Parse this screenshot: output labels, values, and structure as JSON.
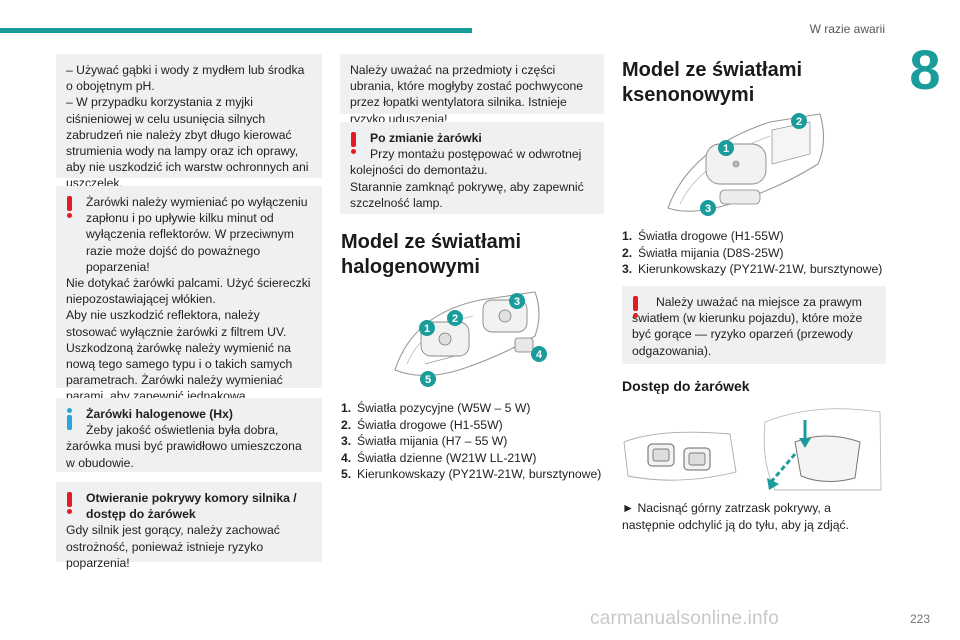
{
  "header": {
    "section": "W razie awarii",
    "chapter": "8",
    "accent": "#1a9d9a"
  },
  "col1": {
    "box1": {
      "line1": "– Używać gąbki i wody z mydłem lub środka o obojętnym pH.",
      "line2": "– W przypadku korzystania z myjki ciśnieniowej w celu usunięcia silnych zabrudzeń nie należy zbyt długo kierować strumienia wody na lampy oraz ich oprawy, aby nie uszkodzić ich warstw ochronnych ani uszczelek."
    },
    "box2": {
      "p1": "Żarówki należy wymieniać po wyłączeniu zapłonu i po upływie kilku minut od wyłączenia reflektorów. W przeciwnym razie może dojść do poważnego poparzenia!",
      "p2": "Nie dotykać żarówki palcami. Użyć ściereczki niepozostawiającej włókien.",
      "p3": "Aby nie uszkodzić reflektora, należy stosować wyłącznie żarówki z filtrem UV.",
      "p4": "Uszkodzoną żarówkę należy wymienić na nową tego samego typu i o takich samych parametrach. Żarówki należy wymieniać parami, aby zapewnić jednakową intensywność światła."
    },
    "box3": {
      "title": "Żarówki halogenowe (Hx)",
      "text": "Żeby jakość oświetlenia była dobra, żarówka musi być prawidłowo umieszczona w obudowie."
    },
    "box4": {
      "title": "Otwieranie pokrywy komory silnika / dostęp do żarówek",
      "text": "Gdy silnik jest gorący, należy zachować ostrożność, ponieważ istnieje ryzyko poparzenia!"
    }
  },
  "col2": {
    "box1": {
      "text": "Należy uważać na przedmioty i części ubrania, które mogłyby zostać pochwycone przez łopatki wentylatora silnika. Istnieje ryzyko uduszenia!"
    },
    "box2": {
      "title": "Po zmianie żarówki",
      "p1": "Przy montażu postępować w odwrotnej kolejności do demontażu.",
      "p2": "Starannie zamknąć pokrywę, aby zapewnić szczelność lamp."
    },
    "heading_line1": "Model ze światłami",
    "heading_line2": "halogenowymi",
    "callouts": [
      "1",
      "2",
      "3",
      "4",
      "5"
    ],
    "list": [
      {
        "n": "1.",
        "text": "Światła pozycyjne (W5W – 5 W)"
      },
      {
        "n": "2.",
        "text": "Światła drogowe (H1-55W)"
      },
      {
        "n": "3.",
        "text": "Światła mijania (H7 – 55 W)"
      },
      {
        "n": "4.",
        "text": "Światła dzienne (W21W LL-21W)"
      },
      {
        "n": "5.",
        "text": "Kierunkowskazy (PY21W-21W, bursztynowe)"
      }
    ]
  },
  "col3": {
    "heading_line1": "Model ze światłami",
    "heading_line2": "ksenonowymi",
    "callouts": [
      "1",
      "2",
      "3"
    ],
    "list": [
      {
        "n": "1.",
        "text": "Światła drogowe (H1-55W)"
      },
      {
        "n": "2.",
        "text": "Światła mijania (D8S-25W)"
      },
      {
        "n": "3.",
        "text": "Kierunkowskazy (PY21W-21W, bursztynowe)"
      }
    ],
    "box": {
      "text": "Należy uważać na miejsce za prawym światłem (w kierunku pojazdu), które może być gorące — ryzyko oparzeń (przewody odgazowania)."
    },
    "subheading": "Dostęp do żarówek",
    "instruction": "► Nacisnąć górny zatrzask pokrywy, a następnie odchylić ją do tyłu, aby ją zdjąć."
  },
  "footer": {
    "watermark": "carmanualsonline.info",
    "page": "223"
  }
}
